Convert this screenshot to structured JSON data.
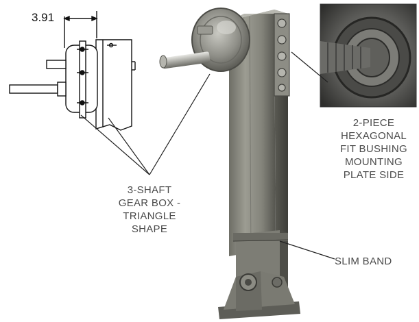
{
  "dimension_label": "3.91",
  "callouts": {
    "gearbox": [
      "3-SHAFT",
      "GEAR BOX -",
      "TRIANGLE",
      "SHAPE"
    ],
    "bushing": [
      "2-PIECE",
      "HEXAGONAL",
      "FIT BUSHING",
      "MOUNTING",
      "PLATE SIDE"
    ],
    "band": "SLIM BAND"
  }
}
